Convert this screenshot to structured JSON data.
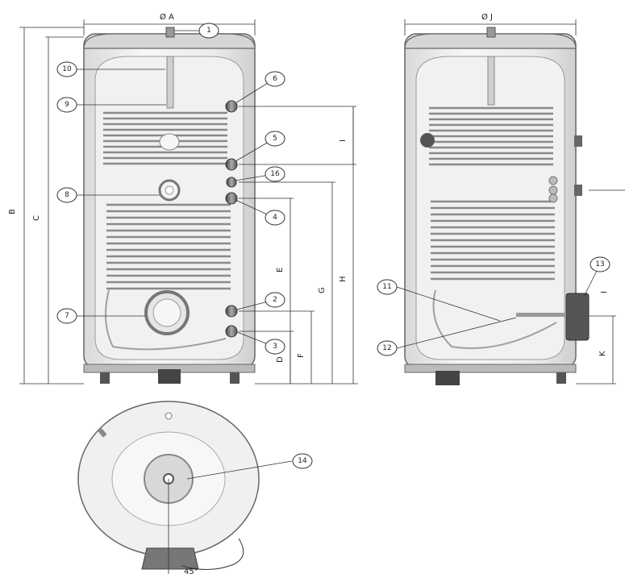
{
  "dimensions": {
    "dia_a": "Ø A",
    "dia_j": "Ø J",
    "b": "B",
    "c": "C",
    "d": "D",
    "e": "E",
    "f": "F",
    "g": "G",
    "h": "H",
    "i": "I",
    "i2": "I",
    "k": "K",
    "angle": "45°"
  },
  "callouts": {
    "c1": "1",
    "c2": "2",
    "c3": "3",
    "c4": "4",
    "c5": "5",
    "c6": "6",
    "c7": "7",
    "c8": "8",
    "c9": "9",
    "c10": "10",
    "c11": "11",
    "c12": "12",
    "c13": "13",
    "c14": "14",
    "c16": "16"
  },
  "colors": {
    "tank_fill": "#eeeeee",
    "tank_outline": "#666666",
    "coil": "#8a8a8a",
    "dim_line": "#333333",
    "dark_part": "#555555"
  }
}
